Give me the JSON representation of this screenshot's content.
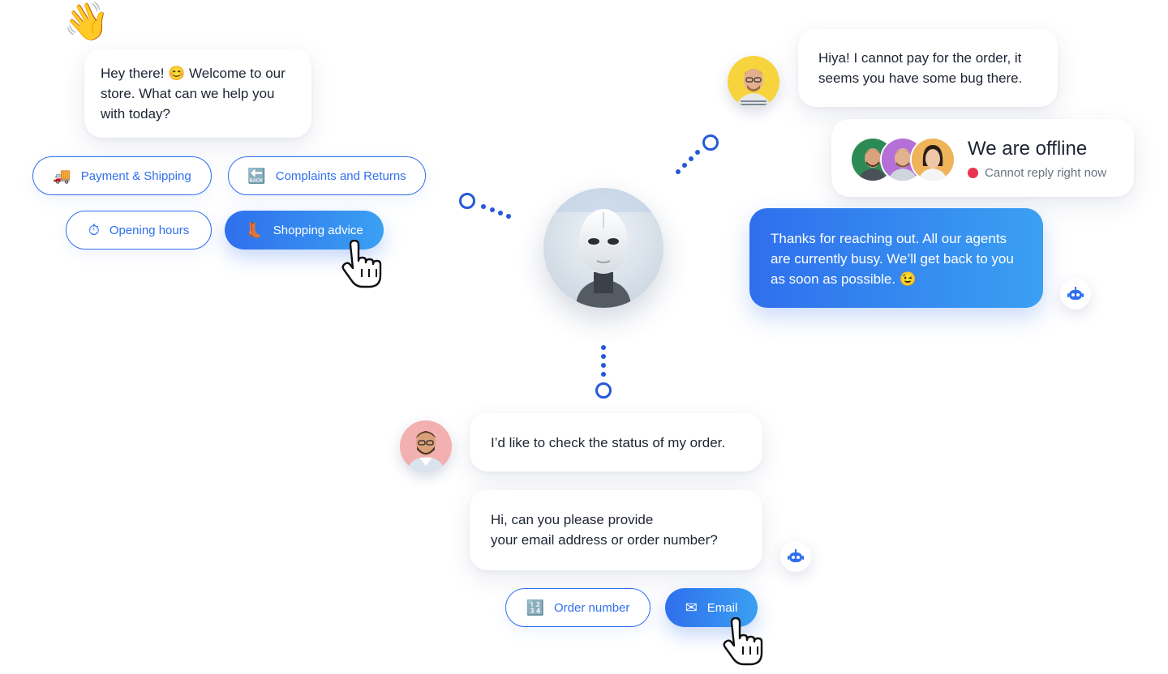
{
  "welcome": {
    "emoji": "👋",
    "message": "Hey there!  😊 Welcome to our store.  What can we help you with today?"
  },
  "quick_replies": [
    {
      "icon": "🚚",
      "icon_name": "delivery-truck-icon",
      "label": "Payment & Shipping"
    },
    {
      "icon": "🔙",
      "icon_name": "back-arrow-icon",
      "label": "Complaints and Returns"
    },
    {
      "icon": "⏱",
      "icon_name": "stopwatch-icon",
      "label": "Opening hours"
    },
    {
      "icon": "👢",
      "icon_name": "boot-icon",
      "label": "Shopping advice"
    }
  ],
  "customer_message_1": "Hiya! I cannot pay for the order, it seems you have some bug there.",
  "offline_card": {
    "title": "We are offline",
    "status": "Cannot reply right now",
    "status_color": "#e8344e"
  },
  "bot_reply_1": "Thanks for reaching out. All our agents are currently busy. We’ll get back to you as soon as possible.  😉",
  "customer_message_2": "I’d like to check the status of my order.",
  "bot_reply_2": {
    "line1": "Hi, can you please provide",
    "line2": "your email address or order number?"
  },
  "answer_options": [
    {
      "icon": "🔢",
      "icon_name": "numbers-icon",
      "label": "Order number"
    },
    {
      "icon": "✉",
      "icon_name": "envelope-icon",
      "label": "Email"
    }
  ],
  "colors": {
    "accent": "#2f6fed",
    "accent_light": "#3aa0f2",
    "connector": "#2459d8"
  }
}
